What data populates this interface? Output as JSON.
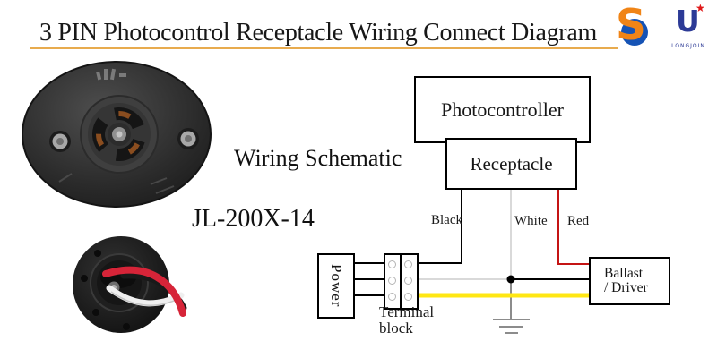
{
  "title": {
    "text": "3 PIN Photocontrol Receptacle Wiring Connect Diagram"
  },
  "logos": {
    "swirl": {
      "letter": "S"
    },
    "longjoin": {
      "letter": "U",
      "star": "★",
      "name": "LONGJOIN"
    }
  },
  "left_panel": {
    "schematic_heading": "Wiring Schematic",
    "model_number": "JL-200X-14"
  },
  "diagram": {
    "photocontroller_label": "Photocontroller",
    "receptacle_label": "Receptacle",
    "power_label": "Power",
    "terminal_block_line1": "Terminal",
    "terminal_block_line2": "block",
    "ballast_line1": "Ballast",
    "ballast_line2": "/ Driver",
    "wire_labels": {
      "black": "Black",
      "white": "White",
      "red": "Red"
    }
  },
  "colors": {
    "title_underline": "#e8ab4e",
    "wire_black": "#000000",
    "wire_white": "#d9d9d9",
    "wire_red": "#c41414",
    "wire_yellow": "#ffe713",
    "ground_gray": "#8c8c8c",
    "logo_orange": "#f08416",
    "logo_blue": "#1553b5",
    "longjoin_blue": "#2c3a96",
    "star_red": "#e01818"
  }
}
